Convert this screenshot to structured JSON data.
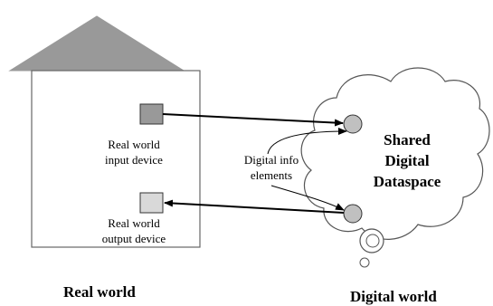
{
  "real_world": {
    "input_label": [
      "Real world",
      "input device"
    ],
    "output_label": [
      "Real world",
      "output device"
    ],
    "title": "Real world"
  },
  "digital": {
    "info_label": [
      "Digital info",
      "elements"
    ],
    "cloud_title": [
      "Shared",
      "Digital",
      "Dataspace"
    ],
    "title": "Digital world"
  },
  "colors": {
    "roof": "#999999",
    "input_device": "#999999",
    "output_device": "#d9d9d9",
    "info_element": "#c0c0c0"
  }
}
